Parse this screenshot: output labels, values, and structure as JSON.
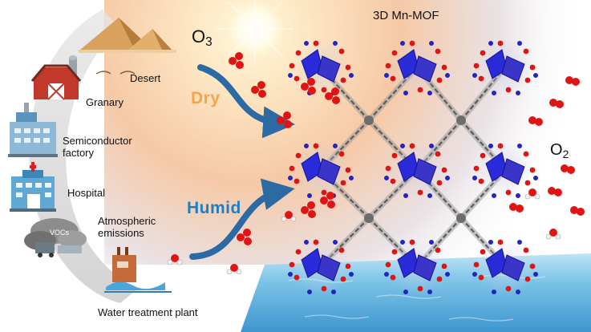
{
  "title": "3D Mn-MOF",
  "ozone": {
    "prefix": "O",
    "sub": "3"
  },
  "oxygen": {
    "prefix": "O",
    "sub": "2"
  },
  "dry_label": "Dry",
  "humid_label": "Humid",
  "sources": [
    {
      "label": "Desert",
      "icon": "desert-pyramids-icon"
    },
    {
      "label": "Granary",
      "icon": "granary-barn-icon"
    },
    {
      "label_line1": "Semiconductor",
      "label_line2": "factory",
      "icon": "semiconductor-factory-icon"
    },
    {
      "label": "Hospital",
      "icon": "hospital-icon"
    },
    {
      "label_line1": "Atmospheric",
      "label_line2": "emissions",
      "icon": "emissions-smog-icon",
      "badge": "VOCs"
    },
    {
      "label": "Water treatment plant",
      "icon": "water-treatment-plant-icon"
    }
  ],
  "colors": {
    "dry": "#f4a44a",
    "humid": "#1e7fc4",
    "arrow": "#2b6aa3",
    "mn_node": "#2a2bd8",
    "oxygen_atom": "#e11414",
    "linker": "#9a9a9a",
    "water": "#66b9e0"
  }
}
